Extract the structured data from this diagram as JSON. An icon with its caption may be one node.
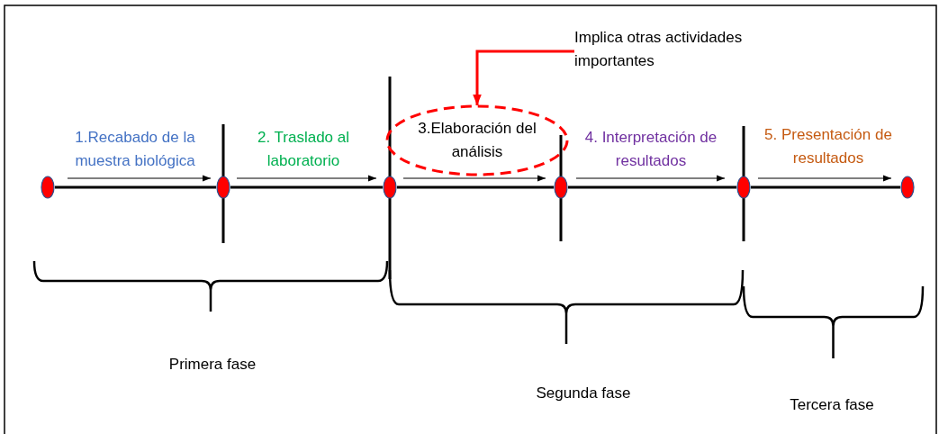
{
  "diagram": {
    "nodes": [
      {
        "text": [],
        "shape": "circle"
      },
      {
        "text": [],
        "shape": "circle"
      },
      {
        "text": [],
        "shape": "circle"
      },
      {
        "text": [],
        "shape": "circle"
      },
      {
        "text": [],
        "shape": "circle"
      },
      {
        "text": [],
        "shape": "circle"
      },
      {
        "text": [
          "Implica otras actividades importantes"
        ]
      },
      {
        "text": [
          "3.Elaboración del análisis"
        ]
      }
    ],
    "edges": [
      {
        "from": 0,
        "to": 1,
        "arrow": "none"
      },
      {
        "from": 1,
        "to": 2,
        "arrow": "none"
      },
      {
        "from": 2,
        "to": 3,
        "arrow": "none"
      },
      {
        "from": 3,
        "to": 4,
        "arrow": "none"
      },
      {
        "from": 4,
        "to": 5,
        "arrow": "none"
      },
      {
        "from": 6,
        "to": 7,
        "arrow": "to",
        "color": "#ff0000"
      }
    ],
    "labels": [
      "1.Recabado de la muestra biológica",
      "2. Traslado al laboratorio",
      "4. Interpretación de resultados",
      "5. Presentación de resultados",
      "Primera fase",
      "Segunda fase",
      "Tercera fase"
    ]
  }
}
